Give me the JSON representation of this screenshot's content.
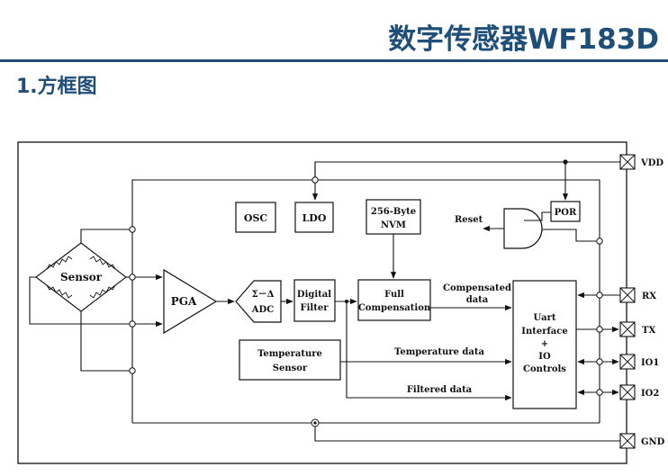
{
  "header": {
    "title": "数字传感器WF183D",
    "section": "1.方框图"
  },
  "diagram": {
    "blocks": {
      "osc": "OSC",
      "ldo": "LDO",
      "nvm_line1": "256-Byte",
      "nvm_line2": "NVM",
      "por": "POR",
      "reset": "Reset",
      "sensor": "Sensor",
      "pga": "PGA",
      "adc_line1": "Σ－Δ",
      "adc_line2": "ADC",
      "filter_line1": "Digital",
      "filter_line2": "Filter",
      "comp_line1": "Full",
      "comp_line2": "Compensation",
      "temp_line1": "Temperature",
      "temp_line2": "Sensor",
      "uart_line1": "Uart",
      "uart_line2": "Interface",
      "uart_line3": "+",
      "uart_line4": "IO",
      "uart_line5": "Controls"
    },
    "signals": {
      "compensated_line1": "Compensated",
      "compensated_line2": "data",
      "temperature_data": "Temperature data",
      "filtered_data": "Filtered data"
    },
    "pins": {
      "vdd": "VDD",
      "rx": "RX",
      "tx": "TX",
      "io1": "IO1",
      "io2": "IO2",
      "gnd": "GND"
    }
  }
}
